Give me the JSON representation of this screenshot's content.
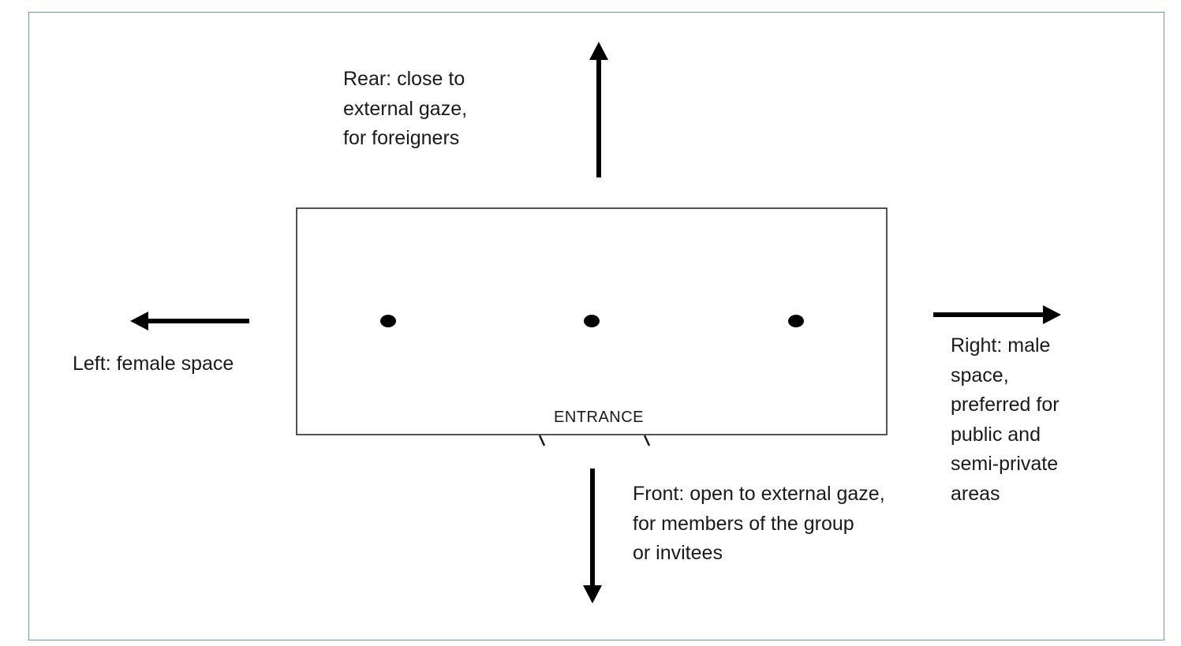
{
  "labels": {
    "rear": "Rear: close to\nexternal gaze,\nfor foreigners",
    "left": "Left: female space",
    "right": "Right: male\nspace,\npreferred for\npublic and\nsemi-private\nareas",
    "front": "Front: open to external gaze,\nfor members of the group\nor invitees",
    "entrance": "ENTRANCE"
  }
}
